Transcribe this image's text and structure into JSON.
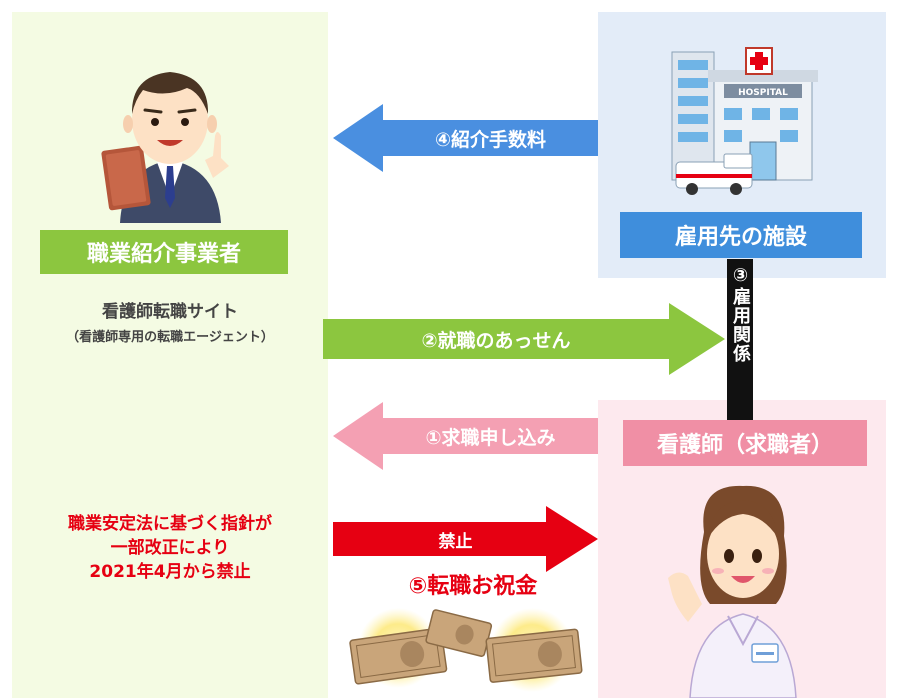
{
  "agency": {
    "label": "職業紹介事業者",
    "site_title": "看護師転職サイト",
    "site_subtitle": "（看護師専用の転職エージェント）"
  },
  "facility": {
    "label": "雇用先の施設",
    "building_sign": "HOSPITAL"
  },
  "nurse": {
    "label": "看護師（求職者）"
  },
  "flows": {
    "fee": "④紹介手数料",
    "placement": "②就職のあっせん",
    "application": "①求職申し込み",
    "employment": "③雇用関係",
    "prohibited": "禁止",
    "bonus": "⑤転職お祝金"
  },
  "ban_note": {
    "lines": [
      "職業安定法に基づく指針が",
      "一部改正により",
      "2021年4月から禁止"
    ]
  },
  "colors": {
    "agency_green": "#8cc63f",
    "facility_blue": "#3f8edc",
    "nurse_pink": "#f08fa5",
    "prohibited_red": "#e60012"
  }
}
